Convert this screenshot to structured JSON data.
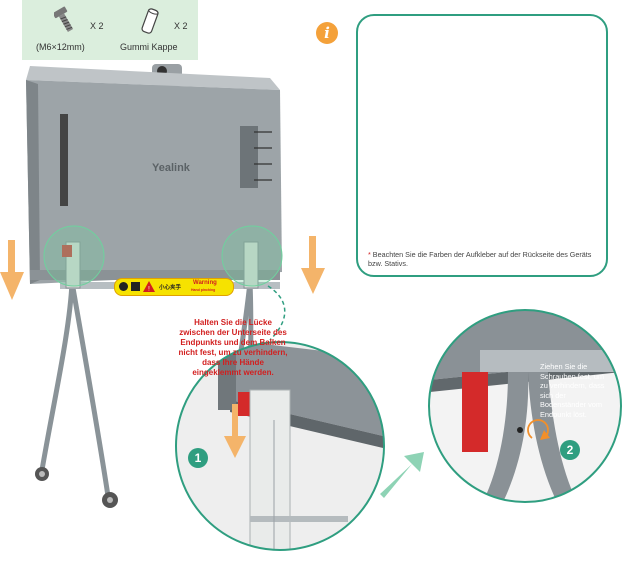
{
  "parts": {
    "screw": {
      "qty": "X 2",
      "label": "(M6×12mm)"
    },
    "cap": {
      "qty": "X 2",
      "label": "Gummi Kappe"
    }
  },
  "display": {
    "brand": "Yealink"
  },
  "warning_sticker": {
    "cn": "小心夹手",
    "en": "Warning",
    "en_sub": "Hand pinching"
  },
  "caution_text": "Halten Sie die Lücke zwischen der Unterseite des Endpunkts und dem Balken nicht fest, um zu verhindern, dass Ihre Hände eingeklemmt werden.",
  "info": {
    "icon": "info-icon",
    "note_star": "*",
    "note": " Beachten Sie die Farben der Aufkleber auf der Rückseite des Geräts bzw. Stativs.",
    "marker_colors": {
      "left": "#d42a2a",
      "right": "#2a9ad4"
    }
  },
  "steps": [
    {
      "number": "1"
    },
    {
      "number": "2",
      "instruction": "Ziehen Sie die Schrauben fest, um zu verhindern, dass sich der Bodenständer vom Endpunkt löst."
    }
  ],
  "colors": {
    "accent": "#2f9e80",
    "arrow": "#f4b46a",
    "caution": "#d21f1f",
    "info_icon": "#f4a13a"
  }
}
